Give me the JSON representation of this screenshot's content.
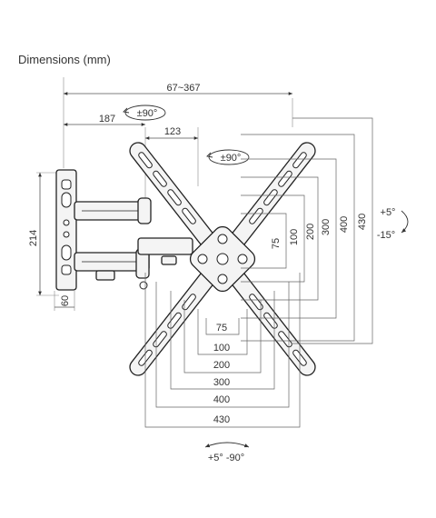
{
  "title": "Dimensions (mm)",
  "dims": {
    "arm_range": "67~367",
    "arm_segment_1": "187",
    "arm_segment_2": "123",
    "swivel_arm": "±90°",
    "rotation_plate": "±90°",
    "tilt_up": "+5°",
    "tilt_down": "-15°",
    "wall_height": "214",
    "wall_depth": "60",
    "vesa_h": [
      "75",
      "100",
      "200",
      "300",
      "400",
      "430"
    ],
    "vesa_v": [
      "75",
      "100",
      "200",
      "300",
      "400",
      "430"
    ],
    "bottom_swivel": "+5°  -90°"
  }
}
